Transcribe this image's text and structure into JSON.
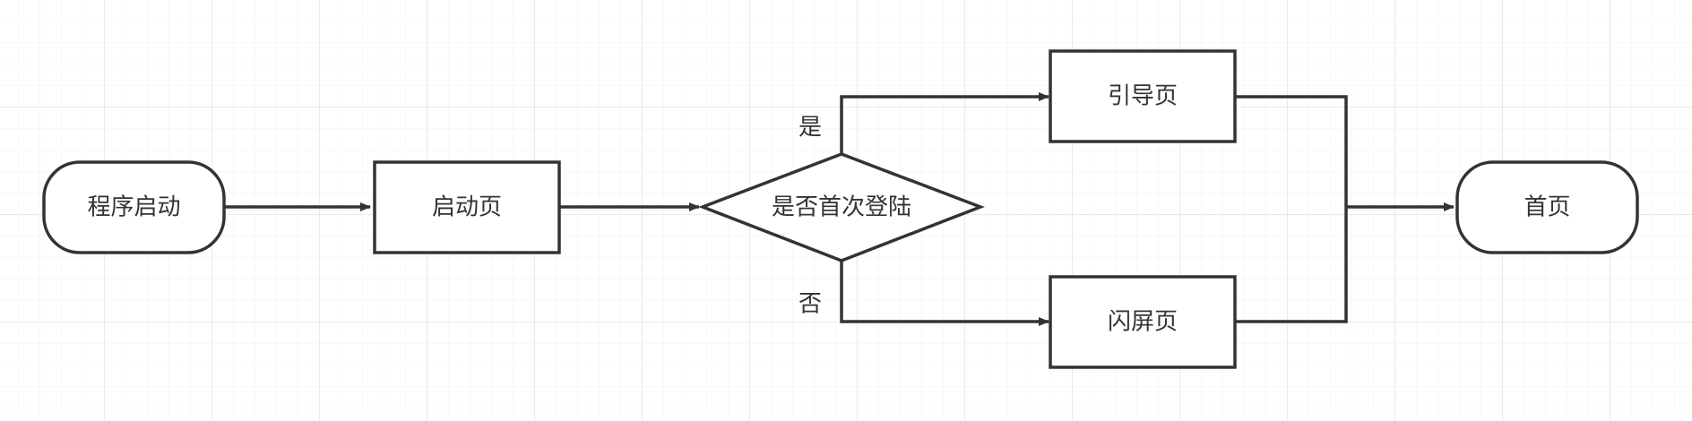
{
  "diagram": {
    "title": "",
    "nodes": {
      "start": {
        "label": "程序启动",
        "shape": "terminator"
      },
      "splash_page": {
        "label": "启动页",
        "shape": "process"
      },
      "decision": {
        "label": "是否首次登陆",
        "shape": "decision"
      },
      "guide_page": {
        "label": "引导页",
        "shape": "process"
      },
      "flash_page": {
        "label": "闪屏页",
        "shape": "process"
      },
      "home": {
        "label": "首页",
        "shape": "terminator"
      }
    },
    "branch_labels": {
      "yes": "是",
      "no": "否"
    },
    "edges": [
      {
        "from": "start",
        "to": "splash_page"
      },
      {
        "from": "splash_page",
        "to": "decision"
      },
      {
        "from": "decision",
        "to": "guide_page",
        "label": "是"
      },
      {
        "from": "decision",
        "to": "flash_page",
        "label": "否"
      },
      {
        "from": "guide_page",
        "to": "home"
      },
      {
        "from": "flash_page",
        "to": "home"
      }
    ]
  },
  "colors": {
    "stroke": "#333333",
    "text": "#333333",
    "grid_minor": "#f0f0f0",
    "grid_major": "#e4e4e4",
    "background": "#ffffff"
  }
}
